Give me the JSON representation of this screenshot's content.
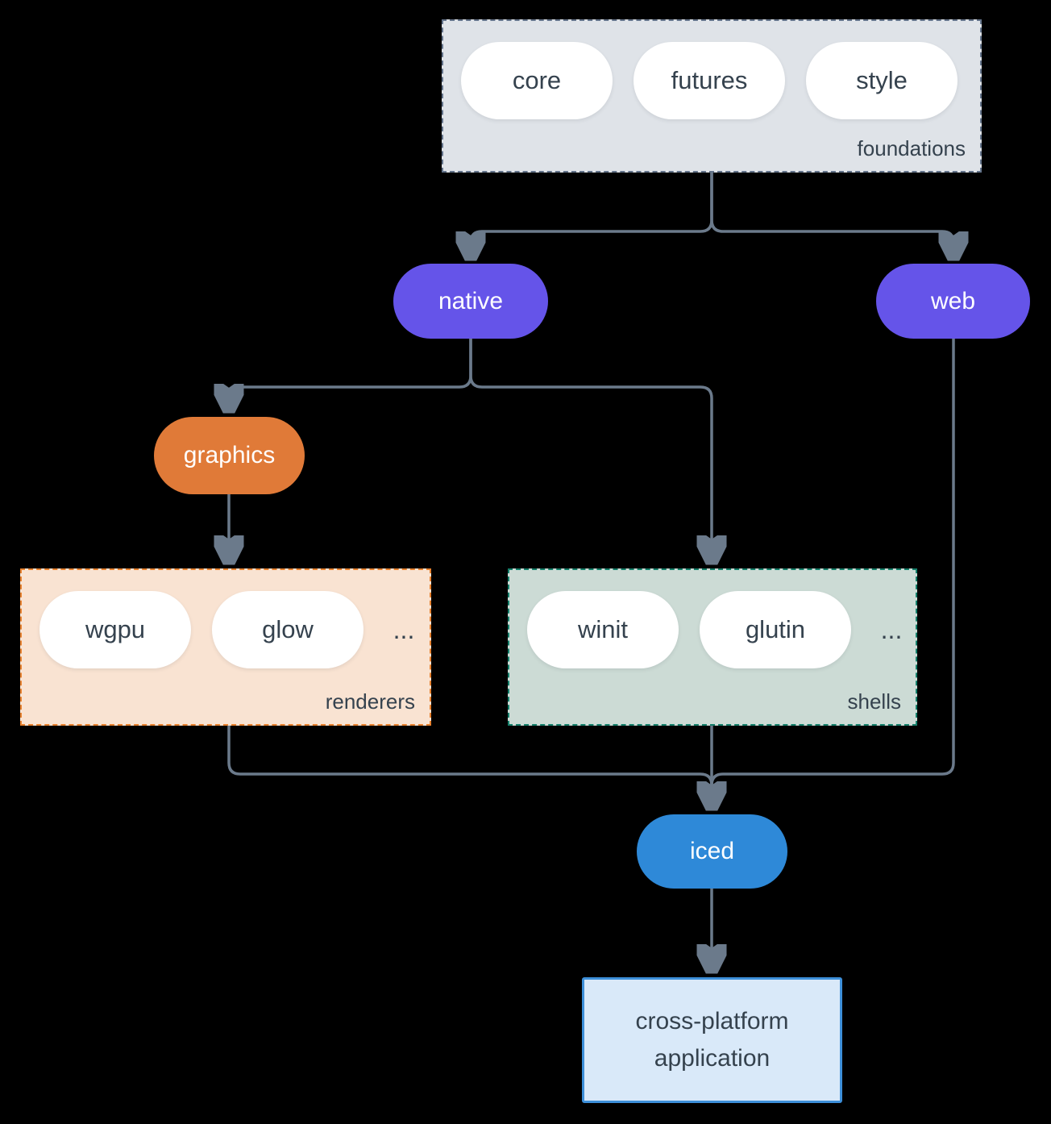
{
  "diagram": {
    "background_color": "#000000",
    "edge_color": "#6b7a8b",
    "text_color": "#35424e",
    "foundations": {
      "label": "foundations",
      "fill": "#dfe3e8",
      "border_color": "#64748b",
      "items": [
        "core",
        "futures",
        "style"
      ]
    },
    "nodes": {
      "native": {
        "label": "native",
        "fill": "#6554e9"
      },
      "web": {
        "label": "web",
        "fill": "#6554e9"
      },
      "graphics": {
        "label": "graphics",
        "fill": "#e07a38"
      },
      "iced": {
        "label": "iced",
        "fill": "#2e89d8"
      }
    },
    "renderers": {
      "label": "renderers",
      "fill": "#f9e3d2",
      "border_color": "#e8822f",
      "items": [
        "wgpu",
        "glow",
        "..."
      ]
    },
    "shells": {
      "label": "shells",
      "fill": "#ccdbd5",
      "border_color": "#15806b",
      "items": [
        "winit",
        "glutin",
        "..."
      ]
    },
    "application": {
      "lines": [
        "cross-platform",
        "application"
      ],
      "fill": "#d9e9f9",
      "border_color": "#3d8fd9"
    }
  }
}
